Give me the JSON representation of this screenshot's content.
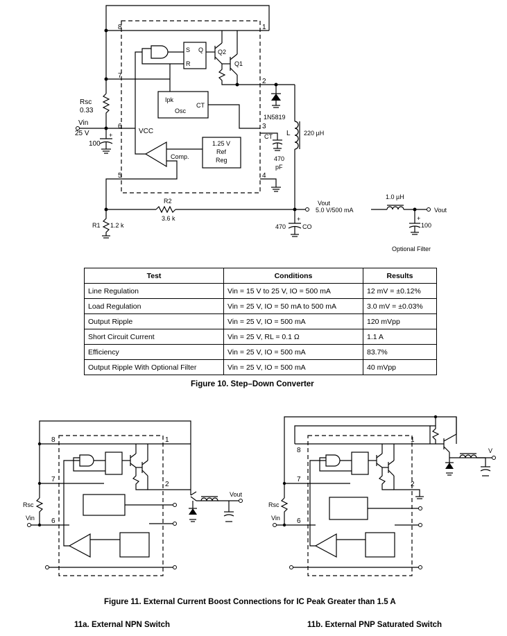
{
  "figure10": {
    "labels": {
      "pin8": "8",
      "pin1": "1",
      "pin7": "7",
      "pin2": "2",
      "pin6": "6",
      "pin3": "3",
      "pin5": "5",
      "pin4": "4",
      "S": "S",
      "Q": "Q",
      "R": "R",
      "Q2": "Q2",
      "Q1": "Q1",
      "ipk": "Ipk",
      "osc": "Osc",
      "ct_inside": "CT",
      "vcc": "VCC",
      "ref1": "1.25 V",
      "ref2": "Ref",
      "ref3": "Reg",
      "comp": "Comp.",
      "rsc": "Rsc",
      "rsc_val": "0.33",
      "vin": "Vin",
      "vin_val": "25 V",
      "c100": "100",
      "diode": "1N5819",
      "ct": "CT",
      "c470a": "470",
      "c470b": "pF",
      "L": "L",
      "L_val": "220 µH",
      "r2": "R2",
      "r2_val": "3.6 k",
      "r1": "R1",
      "r1_val": "1.2 k",
      "vout": "Vout",
      "vout_val": "5.0 V/500 mA",
      "co": "CO",
      "co_val": "470",
      "filt_L": "1.0 µH",
      "filt_vout": "Vout",
      "filt_c": "100",
      "filt_label": "Optional Filter"
    },
    "table": {
      "headers": [
        "Test",
        "Conditions",
        "Results"
      ],
      "rows": [
        [
          "Line Regulation",
          "Vin = 15 V to 25 V, IO = 500 mA",
          "12 mV = ±0.12%"
        ],
        [
          "Load Regulation",
          "Vin = 25 V, IO = 50 mA to 500 mA",
          "3.0 mV = ±0.03%"
        ],
        [
          "Output Ripple",
          "Vin = 25 V, IO = 500 mA",
          "120 mVpp"
        ],
        [
          "Short Circuit Current",
          "Vin = 25 V, RL = 0.1 Ω",
          "1.1 A"
        ],
        [
          "Efficiency",
          "Vin = 25 V, IO = 500 mA",
          "83.7%"
        ],
        [
          "Output Ripple With Optional Filter",
          "Vin = 25 V, IO = 500 mA",
          "40 mVpp"
        ]
      ]
    },
    "caption": "Figure 10. Step–Down Converter"
  },
  "figure11": {
    "a": {
      "pin8": "8",
      "pin1": "1",
      "pin7": "7",
      "pin2": "2",
      "pin6": "6",
      "rsc": "Rsc",
      "vin": "Vin",
      "vout": "Vout"
    },
    "b": {
      "pin8": "8",
      "pin1": "1",
      "pin7": "7",
      "pin2": "2",
      "pin6": "6",
      "rsc": "Rsc",
      "vin": "Vin",
      "vout": "V"
    },
    "caption": "Figure 11. External Current Boost Connections for IC Peak Greater than 1.5 A",
    "sub_a": "11a. External NPN Switch",
    "sub_b": "11b. External PNP Saturated Switch"
  }
}
